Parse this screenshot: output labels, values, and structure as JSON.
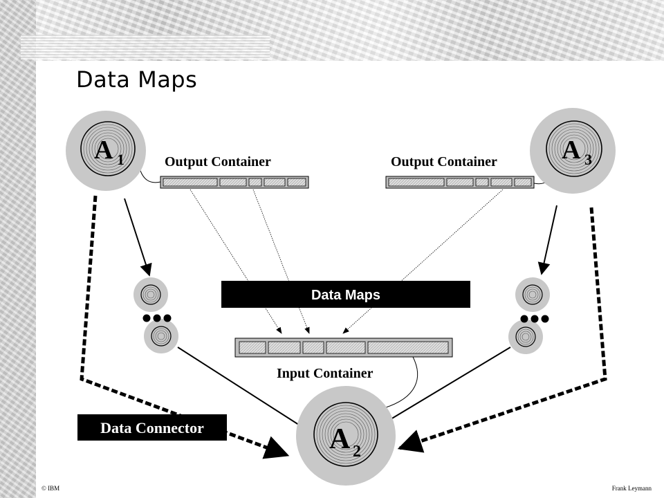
{
  "slide": {
    "title": "Data Maps",
    "footer_left": "© IBM",
    "footer_right": "Frank Leymann"
  },
  "activities": {
    "a1": {
      "letter": "A",
      "sub": "1"
    },
    "a2": {
      "letter": "A",
      "sub": "2"
    },
    "a3": {
      "letter": "A",
      "sub": "3"
    }
  },
  "containers": {
    "output_left_label": "Output Container",
    "output_right_label": "Output Container",
    "input_label": "Input Container"
  },
  "banners": {
    "data_maps": "Data Maps",
    "data_connector": "Data Connector"
  },
  "colors": {
    "banner_bg": "#000000",
    "banner_fg": "#ffffff",
    "circle_fill": "#c8c8c8",
    "container_fill": "#d9d9d9"
  }
}
